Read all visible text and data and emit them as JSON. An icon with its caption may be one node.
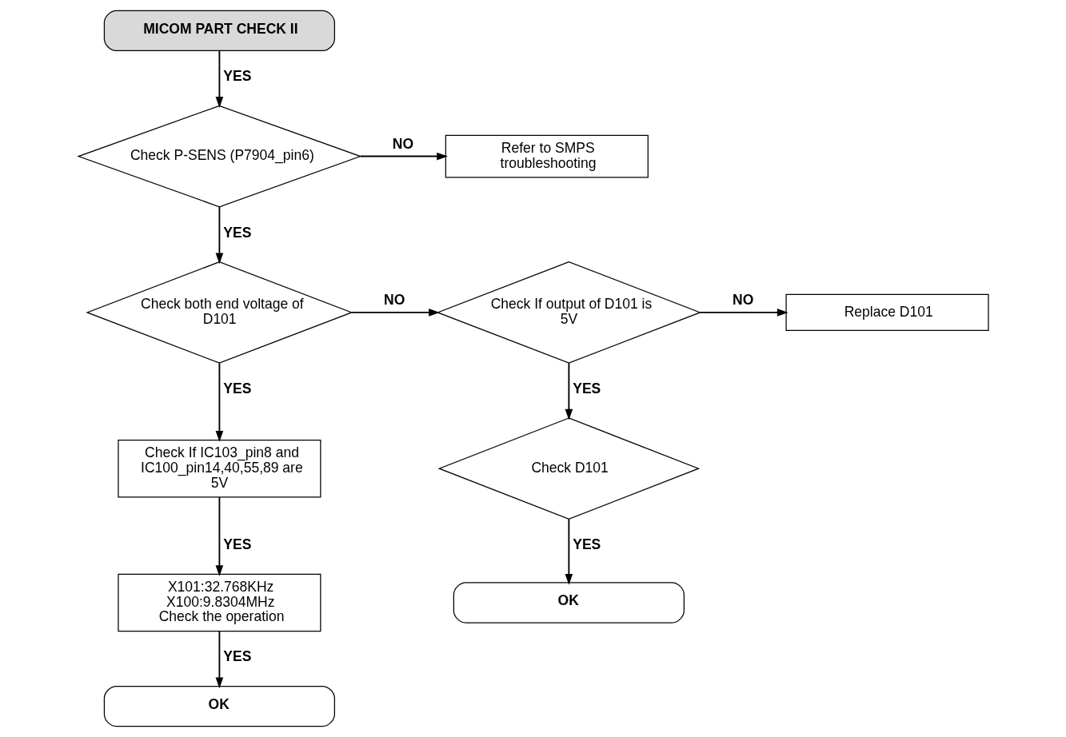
{
  "diagram": {
    "nodes": [
      {
        "text": [
          "MICOM PART CHECK II"
        ]
      },
      {
        "text": [
          "Check P-SENS (P7904_pin6)"
        ]
      },
      {
        "text": [
          "Refer to SMPS troubleshooting"
        ]
      },
      {
        "text": [
          "Check both end voltage of D101"
        ]
      },
      {
        "text": [
          "Check If output of D101 is 5V"
        ]
      },
      {
        "text": [
          "Replace D101"
        ]
      },
      {
        "text": [
          "Check If IC103_pin8 and IC100_pin14,40,55,89 are 5V"
        ]
      },
      {
        "text": [
          "X101:32.768KHz",
          "X100:9.8304MHz",
          "Check the operation"
        ]
      },
      {
        "text": [
          "OK"
        ]
      },
      {
        "text": [
          "Check D101"
        ]
      },
      {
        "text": [
          "OK"
        ]
      }
    ],
    "edges": [
      {
        "from": 0,
        "to": 1,
        "arrow": "to",
        "label": "YES"
      },
      {
        "from": 1,
        "to": 2,
        "arrow": "to",
        "label": "NO"
      },
      {
        "from": 1,
        "to": 3,
        "arrow": "to",
        "label": "YES"
      },
      {
        "from": 3,
        "to": 4,
        "arrow": "to",
        "label": "NO"
      },
      {
        "from": 4,
        "to": 5,
        "arrow": "to",
        "label": "NO"
      },
      {
        "from": 3,
        "to": 6,
        "arrow": "to",
        "label": "YES"
      },
      {
        "from": 6,
        "to": 7,
        "arrow": "to",
        "label": "YES"
      },
      {
        "from": 7,
        "to": 8,
        "arrow": "to",
        "label": "YES"
      },
      {
        "from": 4,
        "to": 9,
        "arrow": "to",
        "label": "YES"
      },
      {
        "from": 9,
        "to": 10,
        "arrow": "to",
        "label": "YES"
      }
    ]
  }
}
